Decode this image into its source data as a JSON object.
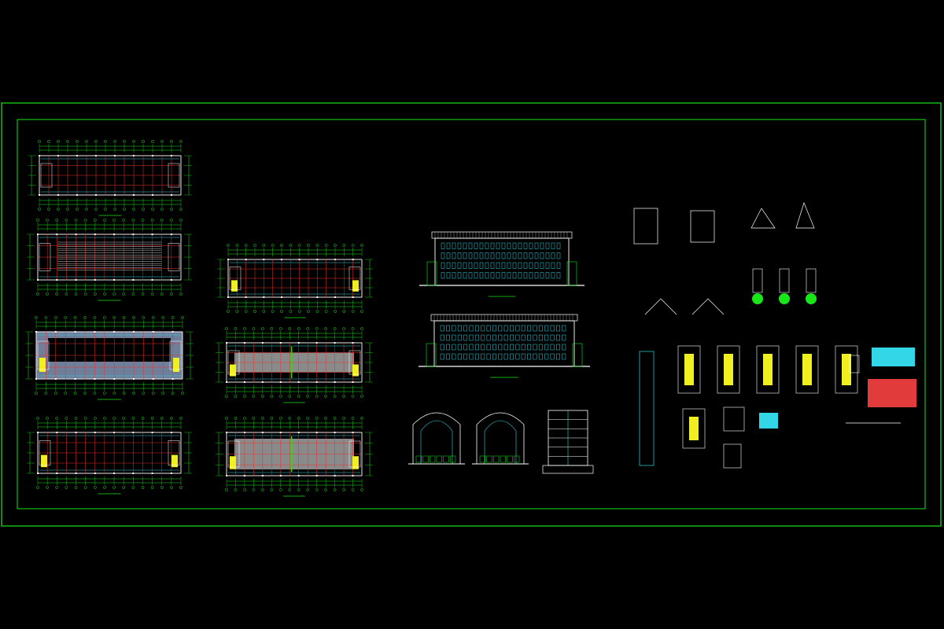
{
  "drawing": {
    "background": "#000000",
    "colors": {
      "frame": "#19e619",
      "grid": "#e83030",
      "dim": "#19e619",
      "wall": "#ffffff",
      "cyan": "#33d6e6",
      "yellow": "#f0f020",
      "gray": "#8a8a8a",
      "fill": "#6f7f9a",
      "red": "#e23b3b",
      "blue": "#3a7fd0"
    },
    "sheets": {
      "floor_plans_col1": 4,
      "floor_plans_col2": 3,
      "elevations": 2,
      "sections": 3,
      "detail_groups": 2
    }
  }
}
